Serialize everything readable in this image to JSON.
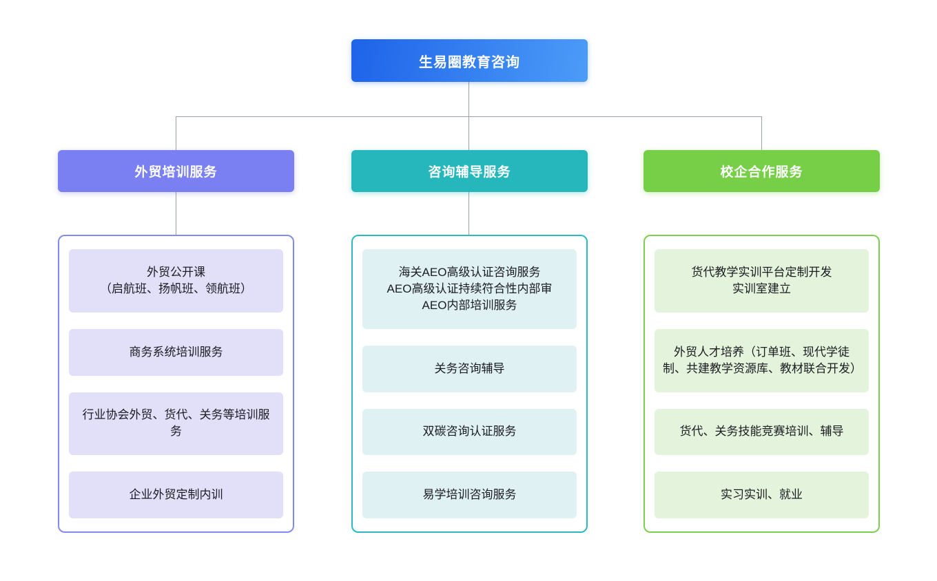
{
  "root": {
    "label": "生易圈教育咨询"
  },
  "branches": [
    {
      "title": "外贸培训服务",
      "theme": "purple",
      "items": [
        "外贸公开课\n（启航班、扬帆班、领航班）",
        "商务系统培训服务",
        "行业协会外贸、货代、关务等培训服务",
        "企业外贸定制内训"
      ]
    },
    {
      "title": "咨询辅导服务",
      "theme": "teal",
      "items": [
        "海关AEO高级认证咨询服务\nAEO高级认证持续符合性内部审\nAEO内部培训服务",
        "关务咨询辅导",
        "双碳咨询认证服务",
        "易学培训咨询服务"
      ]
    },
    {
      "title": "校企合作服务",
      "theme": "green",
      "items": [
        "货代教学实训平台定制开发\n实训室建立",
        "外贸人才培养（订单班、现代学徒制、共建教学资源库、教材联合开发）",
        "货代、关务技能竞赛培训、辅导",
        "实习实训、就业"
      ]
    }
  ],
  "colors": {
    "root_gradient_start": "#1E63E9",
    "root_gradient_end": "#4C9CF8",
    "branch_purple": "#7A7FF2",
    "branch_teal": "#26B7BC",
    "branch_green": "#77CE47",
    "item_purple_bg": "#E2E0F8",
    "item_teal_bg": "#DFF1F2",
    "item_green_bg": "#E3F3DC",
    "connector": "#98A0A8"
  }
}
